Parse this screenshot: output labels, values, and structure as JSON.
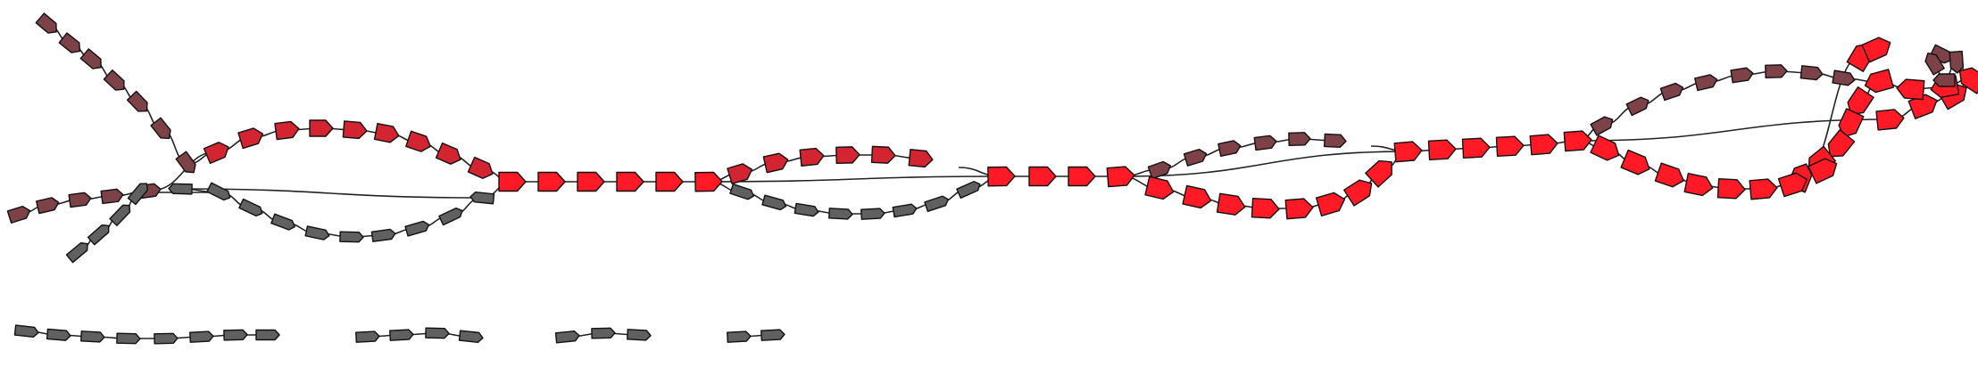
{
  "diagram": {
    "type": "gene-neighborhood-graph",
    "node_shape": "arrow-pentagon",
    "legend": null,
    "colors": {
      "core_gene": "#ff1a26",
      "high_frequency_gene": "#d32431",
      "medium_frequency_gene": "#7c4248",
      "low_frequency_gene": "#606060",
      "edge": "#222222",
      "outline": "#111111",
      "background": "#ffffff"
    },
    "connected_component": {
      "paths": [
        {
          "id": "core-backbone",
          "color_class": "core_gene",
          "gene_count": 30
        },
        {
          "id": "alt-upper-loop-1",
          "color_class": "high_frequency_gene",
          "gene_count": 9
        },
        {
          "id": "alt-lower-loop-1",
          "color_class": "low_frequency_gene",
          "gene_count": 10
        },
        {
          "id": "alt-upper-loop-2",
          "color_class": "high_frequency_gene",
          "gene_count": 6
        },
        {
          "id": "alt-lower-loop-2",
          "color_class": "low_frequency_gene",
          "gene_count": 8
        },
        {
          "id": "alt-upper-loop-3",
          "color_class": "medium_frequency_gene",
          "gene_count": 6
        },
        {
          "id": "alt-lower-loop-3",
          "color_class": "core_gene",
          "gene_count": 8
        },
        {
          "id": "alt-upper-loop-4",
          "color_class": "medium_frequency_gene",
          "gene_count": 8
        },
        {
          "id": "alt-lower-loop-4",
          "color_class": "core_gene",
          "gene_count": 8
        },
        {
          "id": "terminal-knot",
          "color_class": "medium_frequency_gene",
          "gene_count": 4
        },
        {
          "id": "left-branch-1",
          "color_class": "medium_frequency_gene",
          "gene_count": 7
        },
        {
          "id": "left-branch-2",
          "color_class": "medium_frequency_gene",
          "gene_count": 5
        },
        {
          "id": "left-branch-3",
          "color_class": "low_frequency_gene",
          "gene_count": 4
        }
      ]
    },
    "isolated_contigs": [
      {
        "id": "contig-1",
        "color_class": "low_frequency_gene",
        "gene_count": 8
      },
      {
        "id": "contig-2",
        "color_class": "low_frequency_gene",
        "gene_count": 4
      },
      {
        "id": "contig-3",
        "color_class": "low_frequency_gene",
        "gene_count": 3
      },
      {
        "id": "contig-4",
        "color_class": "low_frequency_gene",
        "gene_count": 2
      }
    ]
  }
}
